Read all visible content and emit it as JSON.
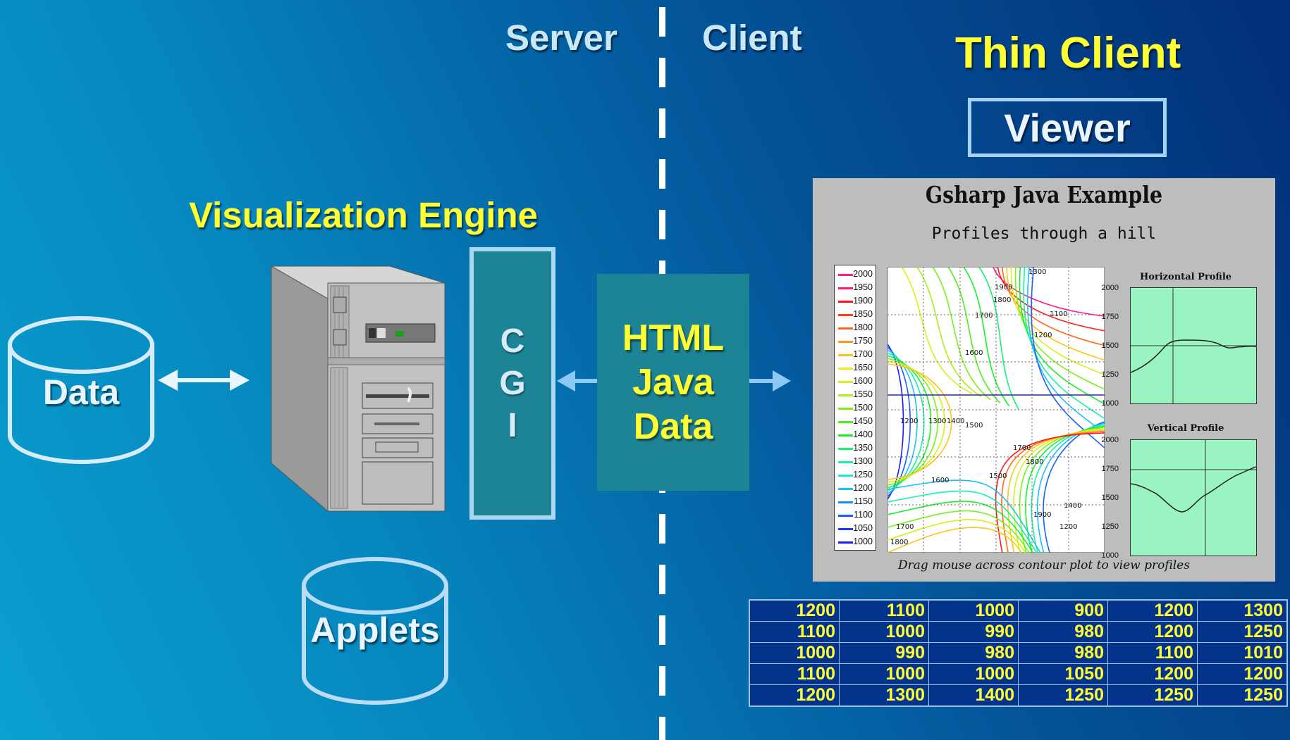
{
  "headers": {
    "server": "Server",
    "client": "Client",
    "thin_client": "Thin Client",
    "viewer": "Viewer"
  },
  "engine": {
    "title": "Visualization Engine",
    "data_store": "Data",
    "applets_store": "Applets",
    "cgi_letters": [
      "C",
      "G",
      "I"
    ]
  },
  "transport": {
    "lines": [
      "HTML",
      "Java",
      "Data"
    ]
  },
  "gsharp": {
    "title": "Gsharp Java Example",
    "subtitle": "Profiles through a hill",
    "footer": "Drag mouse across contour plot to view profiles",
    "legend_levels": [
      "2000",
      "1950",
      "1900",
      "1850",
      "1800",
      "1750",
      "1700",
      "1650",
      "1600",
      "1550",
      "1500",
      "1450",
      "1400",
      "1350",
      "1300",
      "1250",
      "1200",
      "1150",
      "1100",
      "1050",
      "1000"
    ],
    "legend_colors": [
      "#ff1c8c",
      "#ff1a5a",
      "#ff1a1a",
      "#ff3c1a",
      "#ff6a1a",
      "#ff981a",
      "#ffc21a",
      "#f5e81a",
      "#d6f01a",
      "#aaf01a",
      "#7cf01a",
      "#4ef01a",
      "#1af02a",
      "#1af06c",
      "#1af0aa",
      "#1ae6e6",
      "#1ac0ff",
      "#1a90ff",
      "#1a60ff",
      "#1a36ff",
      "#1a1aff"
    ],
    "contour_labels": [
      "1900",
      "1800",
      "1700",
      "1600",
      "1300",
      "1400",
      "1500",
      "1200",
      "1300",
      "1100",
      "1200",
      "1700",
      "1800",
      "1500",
      "1600",
      "1900",
      "1400",
      "1200",
      "1700",
      "1800"
    ],
    "horizontal_profile": {
      "title": "Horizontal Profile",
      "ticks": [
        "2000",
        "1750",
        "1500",
        "1250",
        "1000"
      ]
    },
    "vertical_profile": {
      "title": "Vertical Profile",
      "ticks": [
        "2000",
        "1750",
        "1500",
        "1250",
        "1000"
      ]
    }
  },
  "table": {
    "rows": [
      [
        "1200",
        "1100",
        "1000",
        "900",
        "1200",
        "1300"
      ],
      [
        "1100",
        "1000",
        "990",
        "980",
        "1200",
        "1250"
      ],
      [
        "1000",
        "990",
        "980",
        "980",
        "1100",
        "1010"
      ],
      [
        "1100",
        "1000",
        "1000",
        "1050",
        "1200",
        "1200"
      ],
      [
        "1200",
        "1300",
        "1400",
        "1250",
        "1250",
        "1250"
      ]
    ]
  },
  "colors": {
    "accent_yellow": "#ffff33",
    "panel_teal": "#1d8496",
    "frame_blue": "#a6d2f5"
  }
}
